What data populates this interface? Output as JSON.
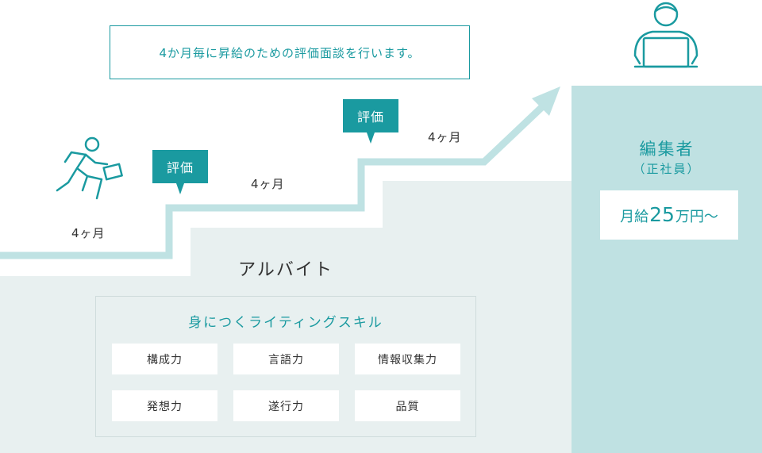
{
  "note": "4か月毎に昇給のための評価面談を行います。",
  "evaluation_label": "評価",
  "periods": [
    "4ヶ月",
    "4ヶ月",
    "4ヶ月"
  ],
  "part_time": {
    "title": "アルバイト",
    "skills_title": "身につくライティングスキル",
    "skills": [
      "構成力",
      "言語力",
      "情報収集力",
      "発想力",
      "遂行力",
      "品質"
    ]
  },
  "editor": {
    "title": "編集者",
    "subtitle": "（正社員）",
    "salary_prefix": "月給",
    "salary_number": "25",
    "salary_suffix": "万円～"
  },
  "colors": {
    "accent": "#1a9aa0",
    "path": "#bfe2e3",
    "part_time_bg": "#e8f0f0",
    "editor_bg": "#bfe1e2"
  }
}
